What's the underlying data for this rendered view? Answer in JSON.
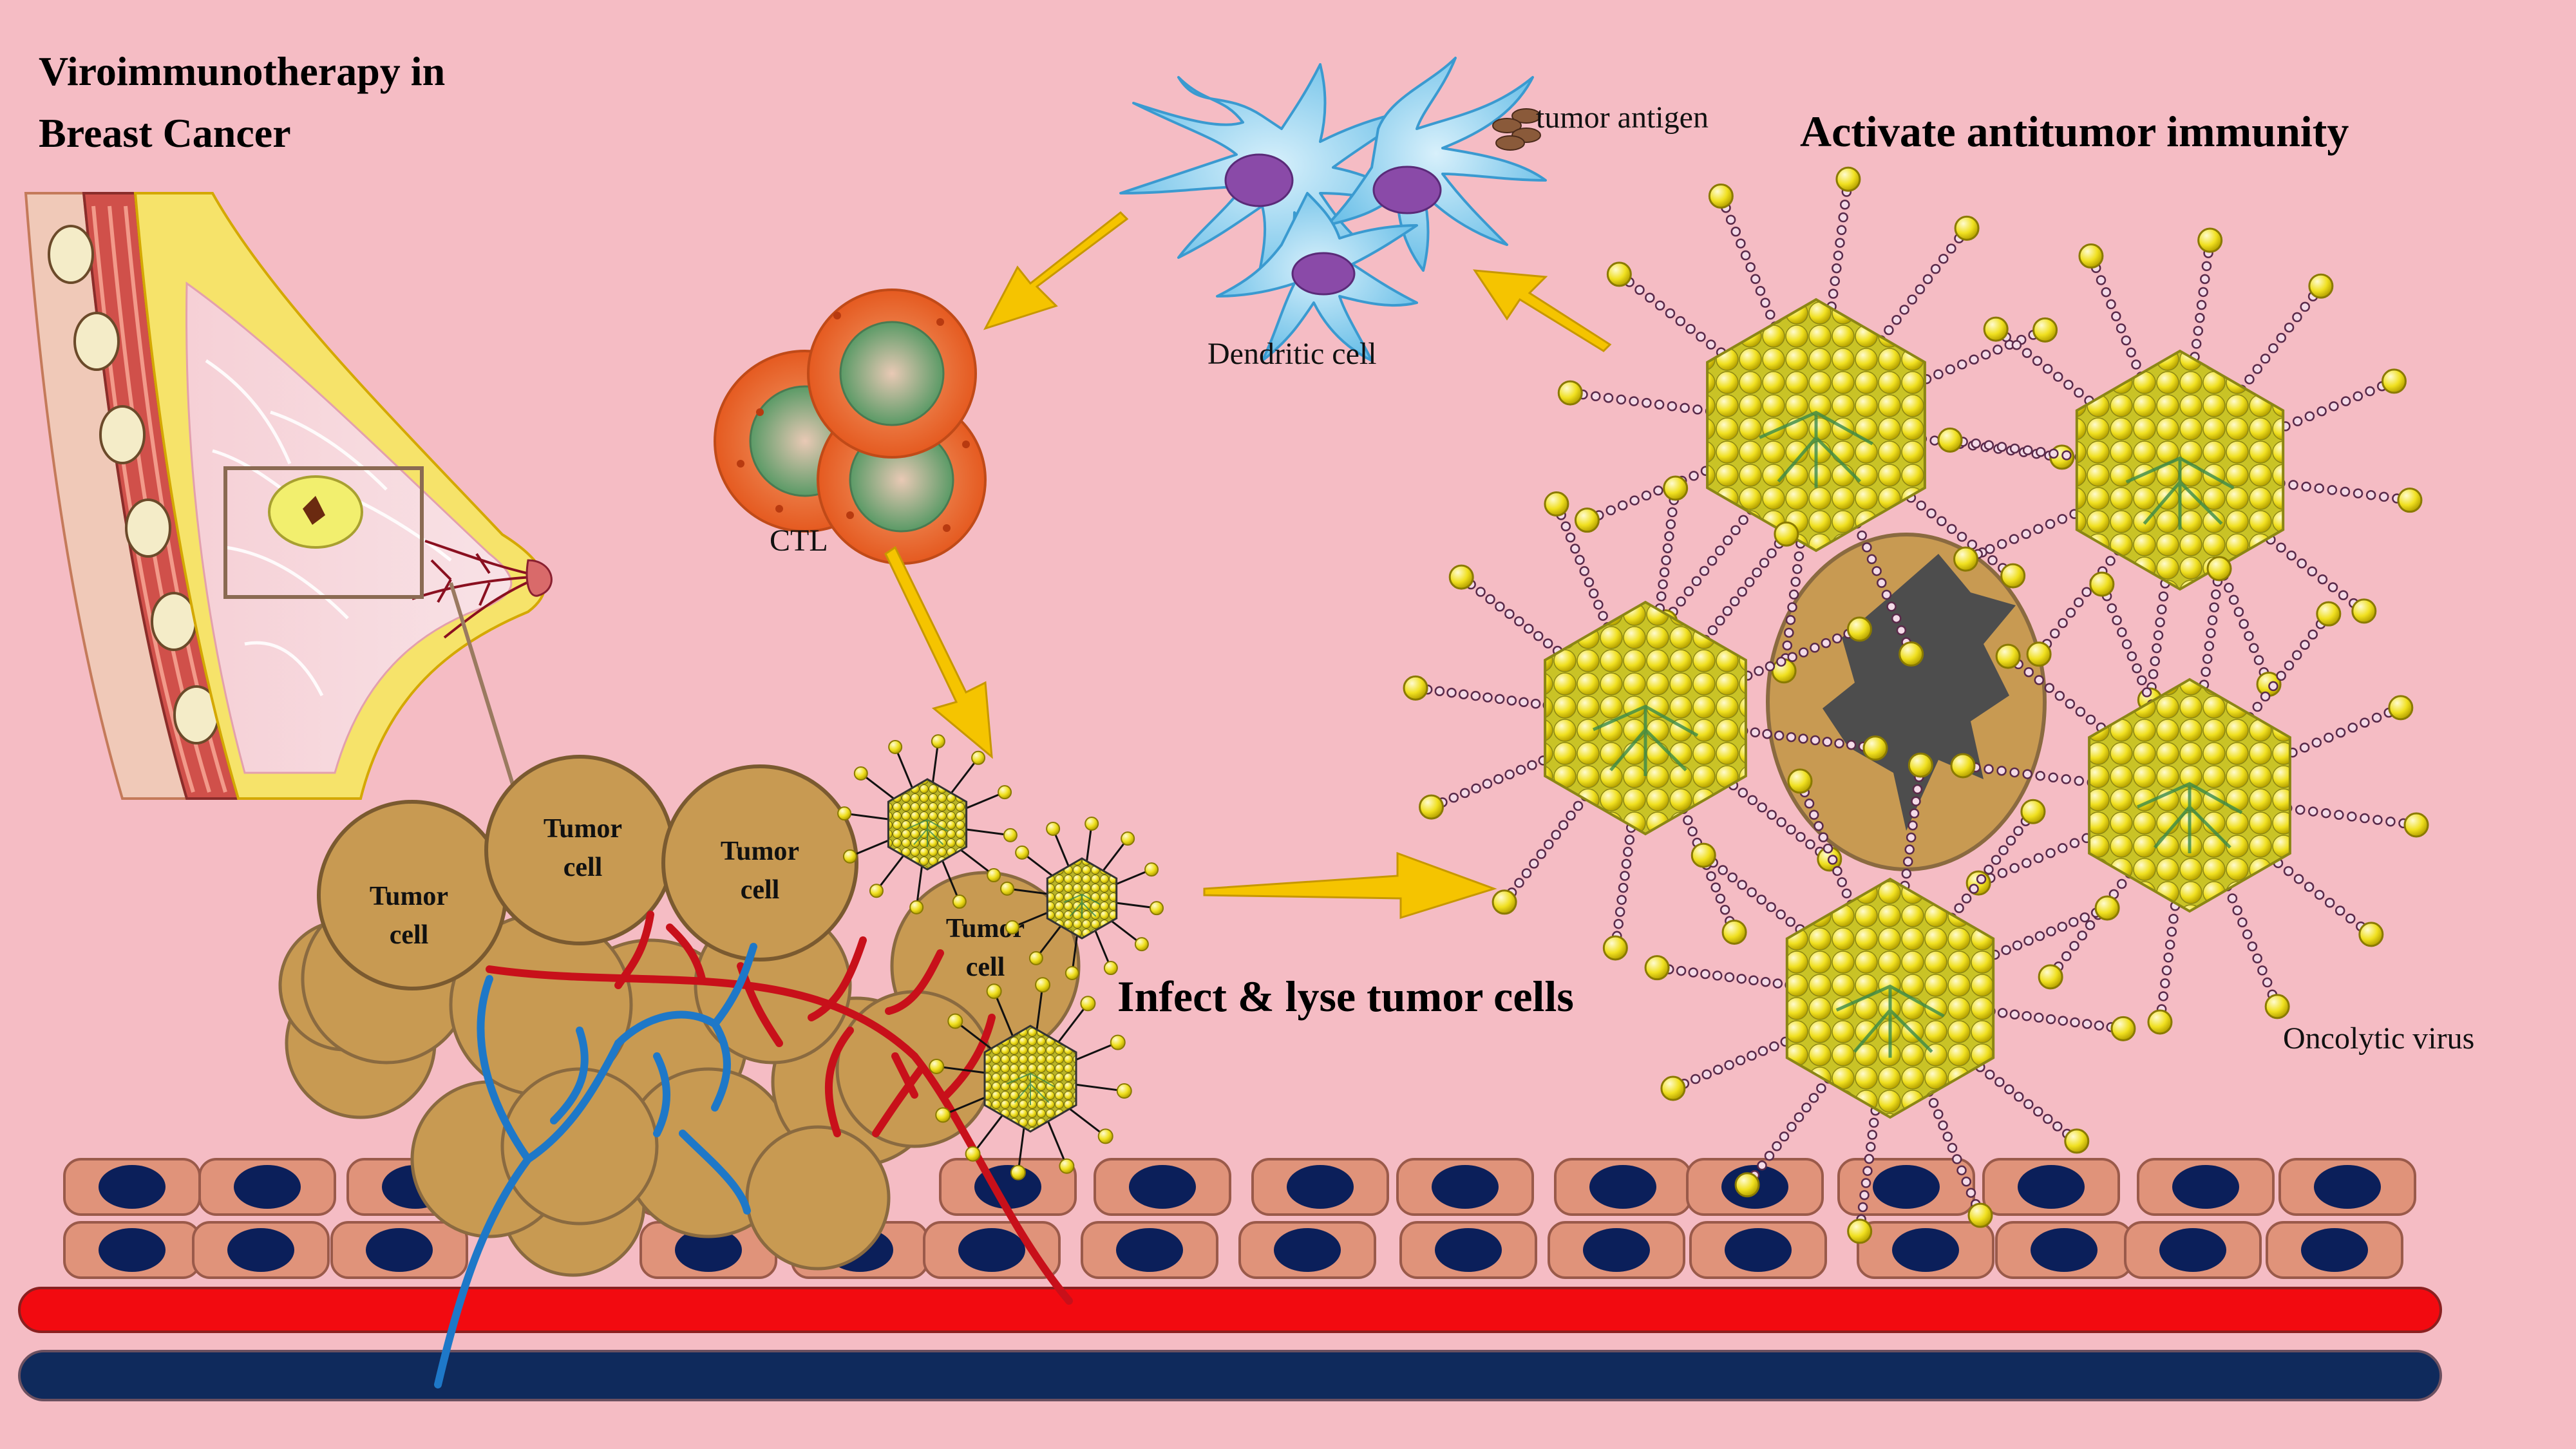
{
  "title": {
    "line1": "Viroimmunotherapy in",
    "line2": "Breast Cancer"
  },
  "labels": {
    "tumor_antigen": "tumor antigen",
    "dendritic_cell": "Dendritic cell",
    "ctl": "CTL",
    "activate": "Activate antitumor immunity",
    "infect": "Infect & lyse tumor cells",
    "oncolytic_virus": "Oncolytic virus",
    "tumor_cell_line1": "Tumor",
    "tumor_cell_line2": "cell"
  },
  "colors": {
    "background": "#f5bcc4",
    "tumor_cell": "#c89a52",
    "artery": "#e8141c",
    "vein": "#0f2a5c",
    "vessel_red": "#c8101a",
    "vessel_blue": "#1e78c8",
    "arrow": "#f5c400",
    "virus": "#e8d820",
    "dendritic": "#8fd0ee",
    "ctl": "#e8622a",
    "endothelial": "#e0937a",
    "nucleus": "#0b1f5a"
  },
  "icons": {
    "breast": "breast-anatomy-icon",
    "virus": "oncolytic-virus-icon",
    "dendritic": "dendritic-cell-icon",
    "ctl": "ctl-cell-icon"
  }
}
